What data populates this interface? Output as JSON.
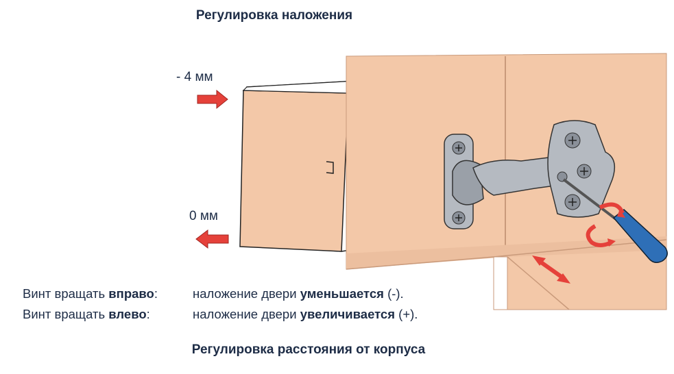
{
  "title_top": "Регулировка наложения",
  "title_bottom": "Регулировка расстояния от корпуса",
  "label_minus": "- 4 мм",
  "label_zero": "0 мм",
  "instructions": [
    {
      "prefix": "Винт вращать ",
      "dir": "вправо",
      "sep": ":",
      "text": "наложение двери ",
      "effect": "уменьшается",
      "suffix": " (-)."
    },
    {
      "prefix": "Винт вращать ",
      "dir": "влево",
      "sep": ":",
      "text": "наложение двери ",
      "effect": "увеличивается",
      "suffix": " (+)."
    }
  ],
  "colors": {
    "wood": "#f3c8a8",
    "wood_dark": "#e9b795",
    "arrow_red": "#e5413a",
    "text": "#1d2c46",
    "metal": "#9aa0a8"
  }
}
